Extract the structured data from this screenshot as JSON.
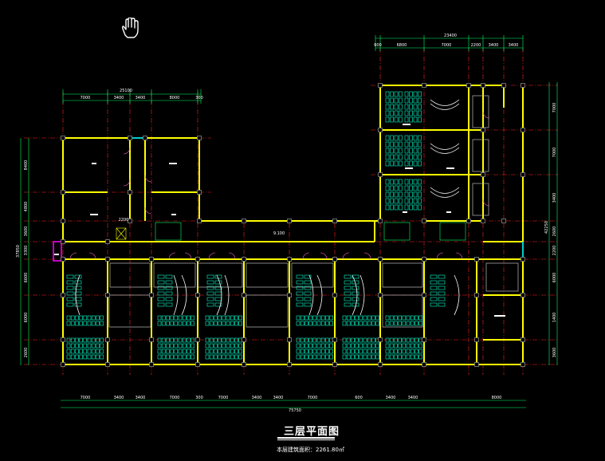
{
  "drawing": {
    "title": "三层平面图",
    "area_note": "本层建筑面积：2261.80㎡",
    "colors": {
      "background": "#000000",
      "wall": "#ffff00",
      "axis": "#ff2222",
      "dim": "#00ff66",
      "furniture": "#00ffcc",
      "door": "#ff66cc",
      "magenta": "#ff00ff",
      "white": "#ffffff",
      "cyan": "#00cccc"
    },
    "icons": {
      "pan": "hand-pan-icon"
    },
    "dimensions": {
      "top_left_total": "25100",
      "top_left_segments": [
        "7000",
        "3400",
        "3400",
        "8000",
        "300"
      ],
      "top_right_total": "23400",
      "top_right_segments": [
        "600",
        "6800",
        "7000",
        "2200",
        "3400",
        "3400"
      ],
      "bottom_total": "75750",
      "bottom_segments": [
        "7000",
        "3400",
        "3400",
        "7000",
        "300",
        "7000",
        "3400",
        "3400",
        "7000",
        "600",
        "3400",
        "3400",
        "8000"
      ],
      "left_total": "37850",
      "left_segments": [
        "8400",
        "4800",
        "3600",
        "3300",
        "6600",
        "6000",
        "2600"
      ],
      "right_total": "42250",
      "right_segments": [
        "7000",
        "7000",
        "3400",
        "2600",
        "2200",
        "6000",
        "1400",
        "3600"
      ],
      "stair_width": "2200",
      "corridor_level": "9.100"
    }
  }
}
